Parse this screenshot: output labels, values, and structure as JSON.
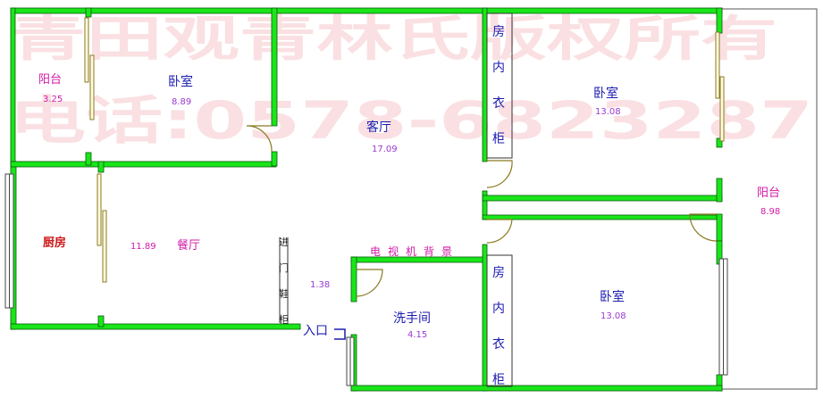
{
  "watermark": {
    "line1": "青田观青林氏版权所有",
    "line2": "电话:0578-6823287"
  },
  "rooms": {
    "balcony_left": {
      "name": "阳台",
      "area": "3.25"
    },
    "bedroom_top": {
      "name": "卧室",
      "area": "8.89"
    },
    "living": {
      "name": "客厅",
      "area": "17.09"
    },
    "bedroom_right": {
      "name": "卧室",
      "area": "13.08"
    },
    "balcony_right": {
      "name": "阳台",
      "area": "8.98"
    },
    "kitchen": {
      "name": "厨房"
    },
    "dining": {
      "name": "餐厅",
      "area": "11.89"
    },
    "entry": {
      "area": "1.38"
    },
    "bathroom": {
      "name": "洗手间",
      "area": "4.15"
    },
    "bedroom_bottom": {
      "name": "卧室",
      "area": "13.08"
    }
  },
  "closet_top": [
    "房",
    "内",
    "衣",
    "柜"
  ],
  "closet_bottom": [
    "房",
    "内",
    "衣",
    "柜"
  ],
  "shoe_cabinet": [
    "进",
    "门",
    "鞋",
    "柜"
  ],
  "tv_wall": "电视机背景",
  "entrance": "入口",
  "colors": {
    "wall": "#19e619",
    "door": "#8a7a20",
    "watermark": "#f7c8cc"
  }
}
